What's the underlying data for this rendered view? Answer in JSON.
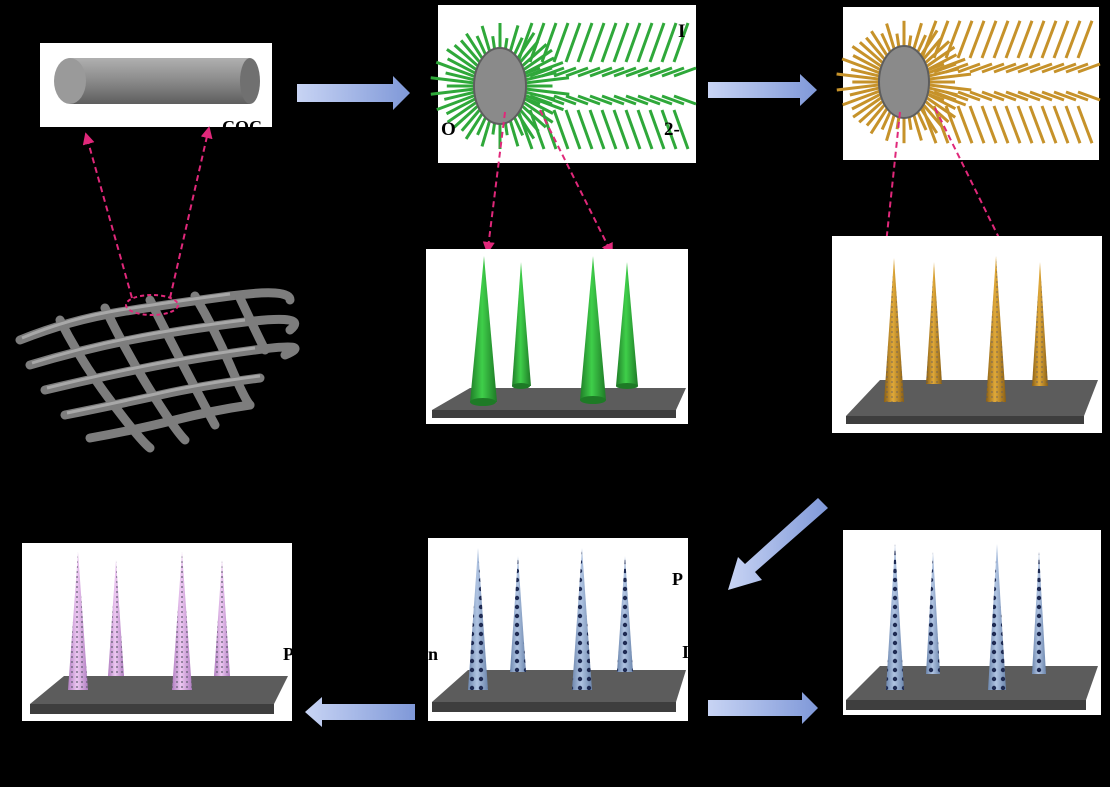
{
  "colors": {
    "background": "#000000",
    "frame": "#ffffff",
    "fiber": "#8e8e8e",
    "green_cone": "#2fa83a",
    "gold_cone": "#c6922a",
    "blue_cone": "#8fa6c8",
    "pink_cone": "#d7a6e0",
    "arrow": "#9db2e6",
    "guide": "#e0287a",
    "substrate": "#6e6e6e"
  },
  "labels": {
    "coc": "COC",
    "stage1_top_right": "I",
    "stage1_left": "O",
    "stage1_bottom_right": "2-",
    "middle_row_mid": "P",
    "bottom_left_text": "P",
    "bottom_mid_text": "n",
    "bottom_right_text": "I"
  },
  "icons": {
    "cloth": "carbon-cloth-weave-icon",
    "fiber": "cylinder-fiber-icon",
    "green_brush": "green-nanowire-brush-icon",
    "gold_brush": "gold-nanowire-brush-icon"
  }
}
